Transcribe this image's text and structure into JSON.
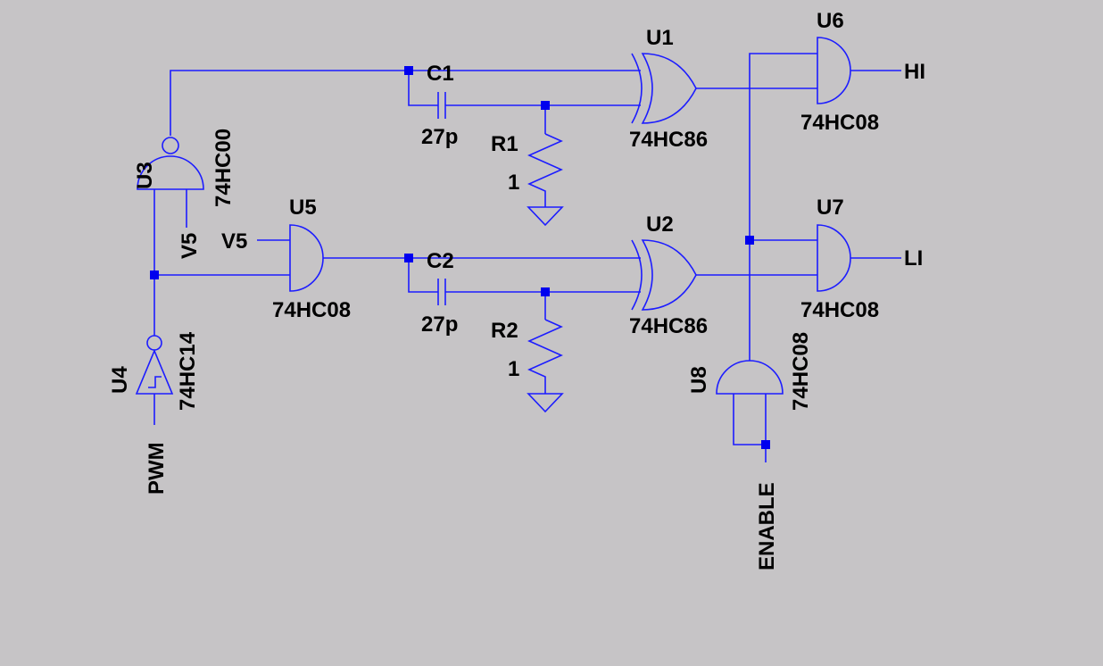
{
  "colors": {
    "background": "#c6c4c6",
    "wire": "#1c1cff",
    "junction": "#0000ee",
    "text": "#000000"
  },
  "components": {
    "u1": {
      "ref": "U1",
      "part": "74HC86"
    },
    "u2": {
      "ref": "U2",
      "part": "74HC86"
    },
    "u3": {
      "ref": "U3",
      "part": "74HC00"
    },
    "u4": {
      "ref": "U4",
      "part": "74HC14"
    },
    "u5": {
      "ref": "U5",
      "part": "74HC08"
    },
    "u6": {
      "ref": "U6",
      "part": "74HC08"
    },
    "u7": {
      "ref": "U7",
      "part": "74HC08"
    },
    "u8": {
      "ref": "U8",
      "part": "74HC08"
    },
    "c1": {
      "ref": "C1",
      "value": "27p"
    },
    "c2": {
      "ref": "C2",
      "value": "27p"
    },
    "r1": {
      "ref": "R1",
      "value": "1"
    },
    "r2": {
      "ref": "R2",
      "value": "1"
    }
  },
  "nets": {
    "hi": "HI",
    "li": "LI",
    "pwm": "PWM",
    "enable": "ENABLE",
    "v5_u3": "V5",
    "v5_u5": "V5"
  }
}
